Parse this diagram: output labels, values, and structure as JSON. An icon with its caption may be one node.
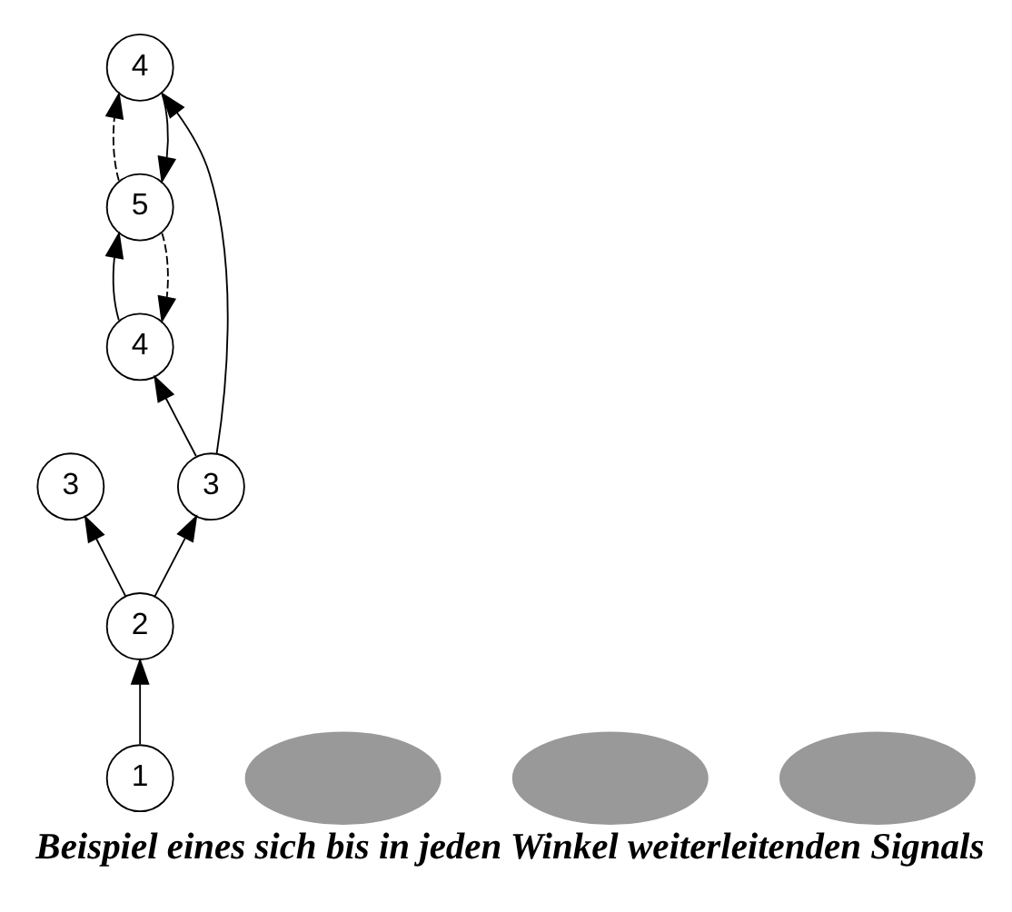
{
  "diagram": {
    "caption": "Beispiel eines sich bis in jeden Winkel weiterleitenden Signals",
    "nodes": [
      {
        "text": [
          "4"
        ]
      },
      {
        "text": [
          "5"
        ]
      },
      {
        "text": [],
        "shape": "ellipse"
      },
      {
        "text": [],
        "shape": "ellipse"
      },
      {
        "text": [
          "3"
        ]
      },
      {
        "text": [
          "3"
        ]
      },
      {
        "text": [],
        "shape": "ellipse"
      },
      {
        "text": [
          "4"
        ]
      },
      {
        "text": [
          "1"
        ]
      },
      {
        "text": [
          "2"
        ]
      }
    ],
    "edges": [
      {
        "from": 8,
        "to": 9,
        "arrow": "to"
      },
      {
        "from": 9,
        "to": 5,
        "arrow": "to"
      },
      {
        "from": 9,
        "to": 4,
        "arrow": "to"
      },
      {
        "from": 5,
        "to": 7,
        "arrow": "to"
      },
      {
        "from": 5,
        "to": 0,
        "arrow": "to"
      },
      {
        "from": 0,
        "to": 1,
        "arrow": "to"
      },
      {
        "from": 7,
        "to": 1,
        "arrow": "to"
      },
      {
        "from": 1,
        "to": 7,
        "arrow": "to",
        "style": "dashed"
      },
      {
        "from": 1,
        "to": 0,
        "arrow": "to",
        "style": "dashed"
      }
    ]
  }
}
